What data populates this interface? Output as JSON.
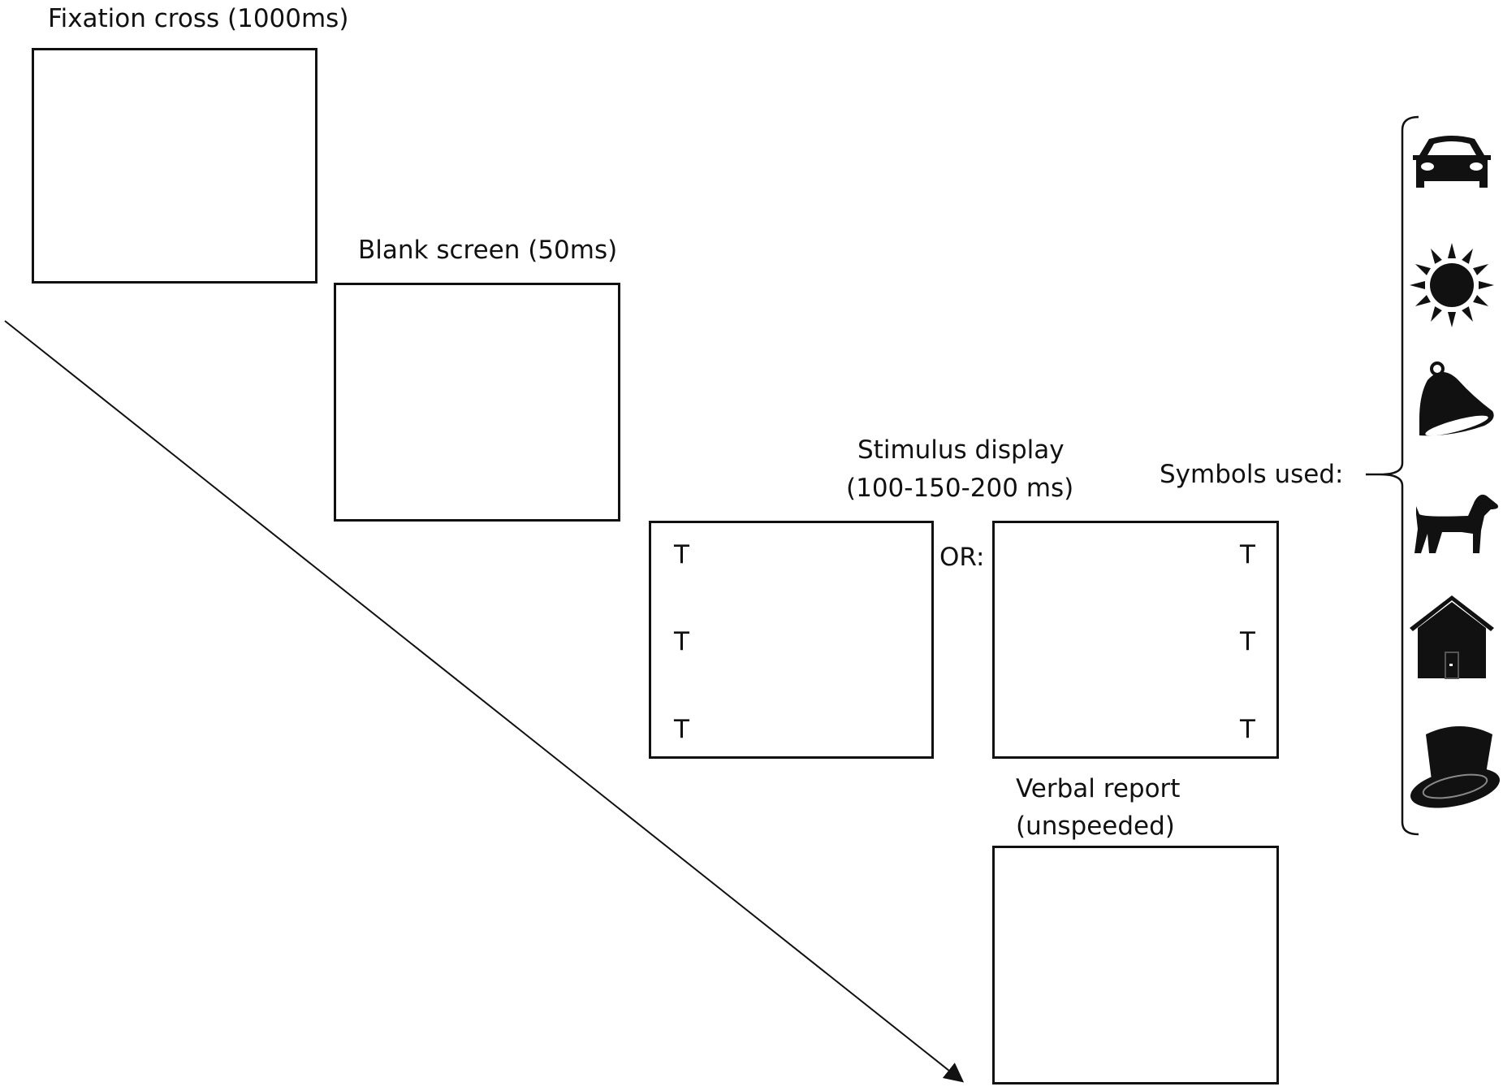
{
  "steps": {
    "fixation": "Fixation cross (1000ms)",
    "blank": "Blank screen (50ms)",
    "stimulus_line1": "Stimulus display",
    "stimulus_line2": "(100-150-200 ms)",
    "or": "OR:",
    "verbal_line1": "Verbal report",
    "verbal_line2": "(unspeeded)"
  },
  "stimulus_letter": "T",
  "symbols_label": "Symbols used:",
  "symbols": [
    "car-icon",
    "sun-icon",
    "bell-icon",
    "dog-icon",
    "house-icon",
    "top-hat-icon"
  ]
}
